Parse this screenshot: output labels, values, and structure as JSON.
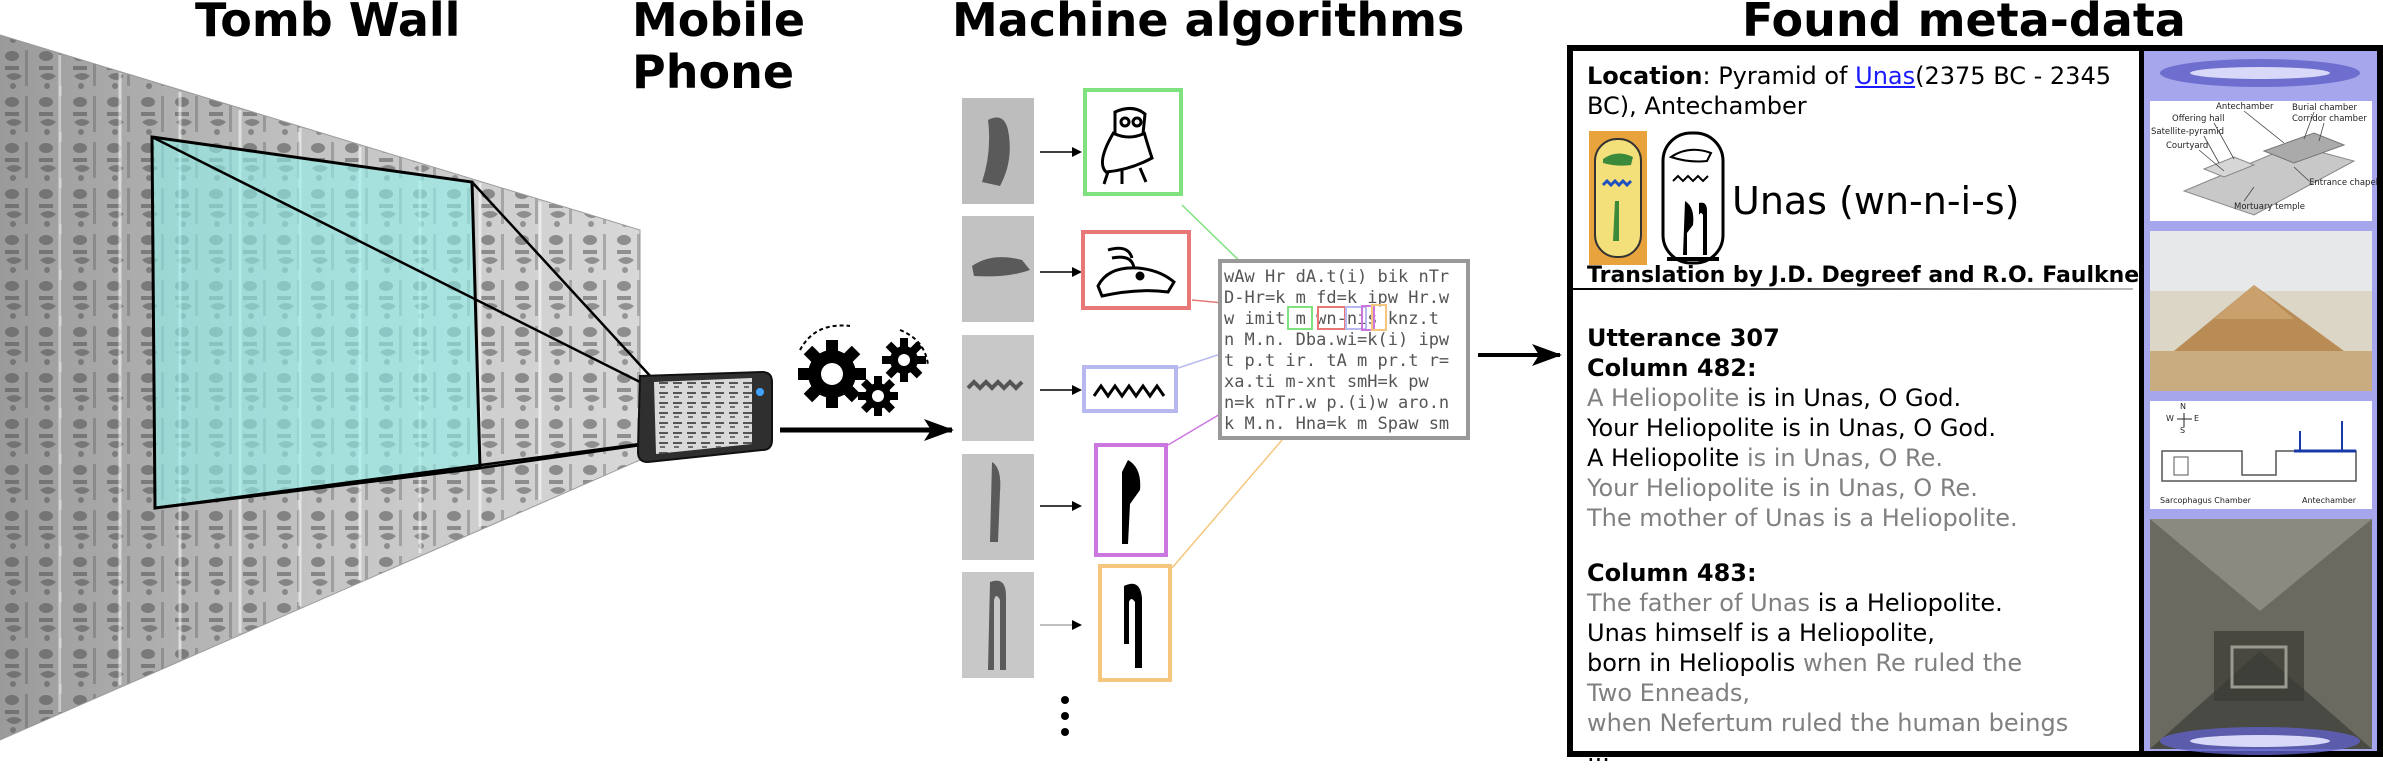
{
  "headings": {
    "tomb": "Tomb Wall",
    "phone_l1": "Mobile",
    "phone_l2": "Phone",
    "algorithms": "Machine algorithms",
    "metadata": "Found meta-data"
  },
  "transliteration_lines": [
    "wAw Hr dA.t(i) bik nTr",
    "D-Hr=k m fd=k ipw Hr.w",
    "w imit m wn-nis knz.t",
    "n M.n. Dba.wi=k(i) ipw",
    "t p.t ir. tA m pr.t r=",
    " xa.ti m-xnt smH=k pw",
    "n=k nTr.w p.(i)w aro.n",
    "k M.n. Hna=k m Spaw sm"
  ],
  "metadata": {
    "location_label": "Location",
    "location_prefix": ": Pyramid of ",
    "location_link": "Unas",
    "location_rest_1": "(2375 BC - 2345",
    "location_rest_2": "BC), Antechamber",
    "unas_name": "Unas (wn-n-i-s)",
    "translation": "Translation by J.D. Degreef and R.O. Faulkner",
    "utterance": "Utterance 307",
    "col482": "Column 482:",
    "l1a": "A Heliopolite",
    "l1b": " is in Unas, O God.",
    "l2": "Your Heliopolite is in Unas, O God.",
    "l3a": "A Heliopolite",
    "l3b": " is in Unas, O Re.",
    "l4": "Your Heliopolite is in Unas, O Re.",
    "l5": "The mother of Unas is a Heliopolite.",
    "col483": "Column 483:",
    "m1a": "The father of Unas",
    "m1b": " is a Heliopolite.",
    "m2": "Unas himself is a Heliopolite,",
    "m3a": "born in Heliopolis",
    "m3b": " when Re ruled the",
    "m4": "Two Enneads,",
    "m5": "when Nefertum ruled the human beings",
    "m6": "..."
  },
  "pyramid_plan_labels": {
    "antechamber": "Antechamber",
    "burial_chamber": "Burial chamber",
    "offering_hall": "Offering hall",
    "corridor_chamber": "Corridor chamber",
    "satellite_pyramid": "Satellite-pyramid",
    "courtyard": "Courtyard",
    "entrance_chapel": "Entrance chapel",
    "mortuary_temple": "Mortuary temple"
  },
  "section_labels": {
    "sarcophagus": "Sarcophagus Chamber",
    "antechamber": "Antechamber",
    "n": "N",
    "w": "W",
    "e": "E",
    "s": "S"
  },
  "colors": {
    "overlay": "#8ff2ec",
    "box_owl": "#7fe27f",
    "box_hare": "#e87878",
    "box_water": "#b8b8f0",
    "box_reed": "#cc77e0",
    "box_cloth": "#f5c77e",
    "thumb_bg": "#a6a6ec",
    "link": "#1a1aff"
  }
}
